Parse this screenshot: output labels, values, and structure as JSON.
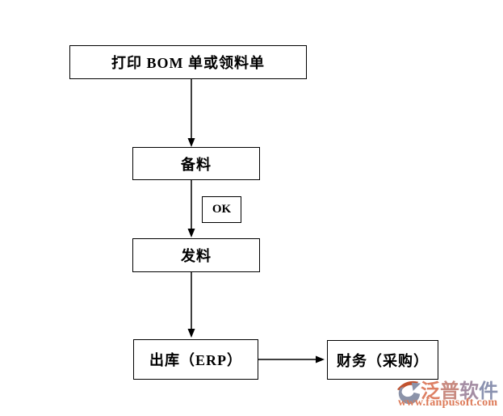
{
  "diagram": {
    "nodes": [
      {
        "id": "print-bom",
        "label": "打印 BOM 单或领料单"
      },
      {
        "id": "prepare-material",
        "label": "备料"
      },
      {
        "id": "ok-label",
        "label": "OK"
      },
      {
        "id": "issue-material",
        "label": "发料"
      },
      {
        "id": "outbound-erp",
        "label": "出库（ERP）"
      },
      {
        "id": "finance-purchase",
        "label": "财务（采购）"
      }
    ],
    "edges": [
      {
        "from": "print-bom",
        "to": "prepare-material",
        "label": ""
      },
      {
        "from": "prepare-material",
        "to": "issue-material",
        "label": "OK"
      },
      {
        "from": "issue-material",
        "to": "outbound-erp",
        "label": ""
      },
      {
        "from": "outbound-erp",
        "to": "finance-purchase",
        "label": ""
      }
    ],
    "line_color": "#000000",
    "box_background": "#ffffff"
  },
  "watermark": {
    "brand": "泛普软件",
    "brand_colors": [
      "#dd8064",
      "#c88a80",
      "#a48da3",
      "#8b92b0"
    ],
    "url": "www.fanpusoft.com",
    "url_color": "#dd7a58",
    "logo_slate_color": "#8b93a9",
    "logo_orange_color": "#c2522e"
  }
}
